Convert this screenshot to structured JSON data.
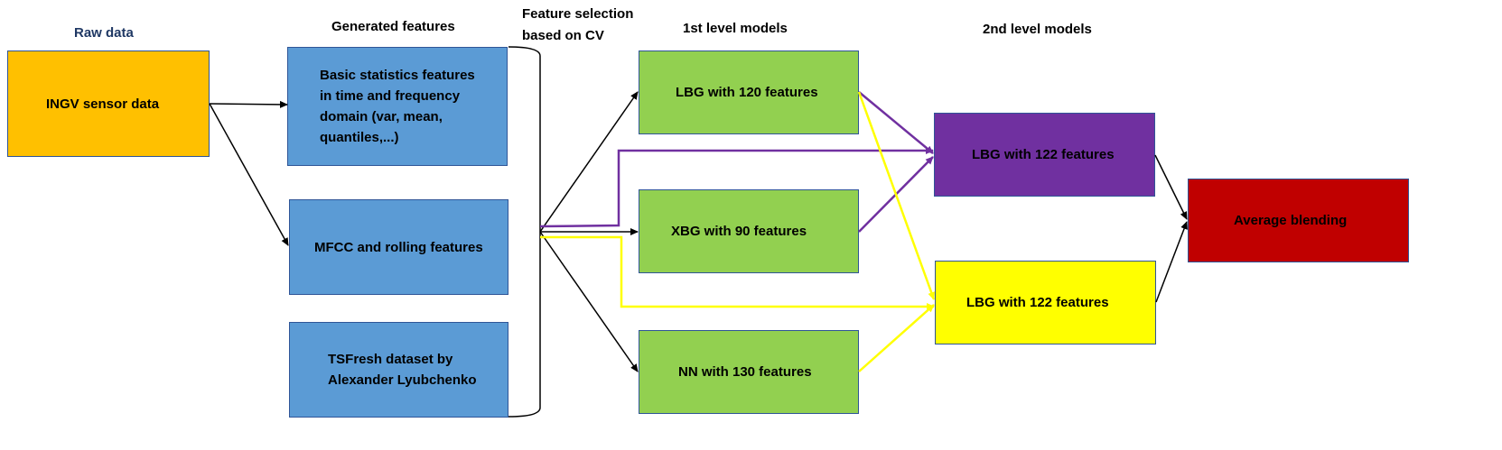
{
  "headers": {
    "raw": "Raw data",
    "generated": "Generated features",
    "selection": "Feature selection\nbased on CV",
    "level1": "1st level models",
    "level2": "2nd level models"
  },
  "raw_box": "INGV sensor data",
  "features": {
    "basic": "Basic statistics features\nin time and frequency\ndomain (var, mean,\nquantiles,...)",
    "mfcc": "MFCC and rolling features",
    "tsfresh": "TSFresh dataset by\nAlexander Lyubchenko"
  },
  "level1_models": {
    "lbg": "LBG with 120 features",
    "xbg": "XBG with 90 features",
    "nn": "NN with 130 features"
  },
  "level2_models": {
    "purple": "LBG with 122 features",
    "yellow": "LBG with 122 features"
  },
  "blend": "Average blending",
  "colors": {
    "raw": "#ffc000",
    "features": "#5b9bd5",
    "level1": "#92d050",
    "level2_purple": "#7030a0",
    "level2_yellow": "#ffff00",
    "blend": "#c00000"
  }
}
